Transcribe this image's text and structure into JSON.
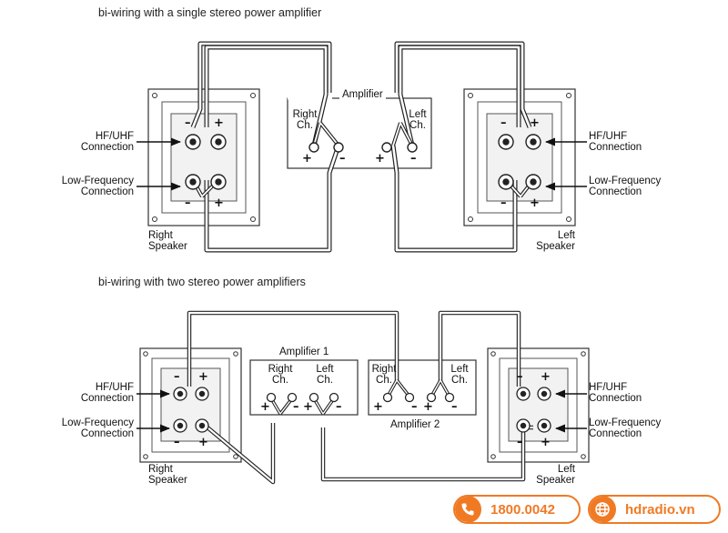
{
  "diagram1": {
    "title": "bi-wiring with a single stereo power amplifier",
    "amplifier_label": "Amplifier",
    "right_ch": [
      "Right",
      "Ch."
    ],
    "left_ch": [
      "Left",
      "Ch."
    ],
    "hf_label": [
      "HF/UHF",
      "Connection"
    ],
    "lf_label": [
      "Low-Frequency",
      "Connection"
    ],
    "right_speaker": [
      "Right",
      "Speaker"
    ],
    "left_speaker": [
      "Left",
      "Speaker"
    ]
  },
  "diagram2": {
    "title": "bi-wiring with two stereo power amplifiers",
    "amplifier1_label": "Amplifier 1",
    "amplifier2_label": "Amplifier 2",
    "right_ch": [
      "Right",
      "Ch."
    ],
    "left_ch": [
      "Left",
      "Ch."
    ],
    "hf_label": [
      "HF/UHF",
      "Connection"
    ],
    "lf_label": [
      "Low-Frequency",
      "Connection"
    ],
    "right_speaker": [
      "Right",
      "Speaker"
    ],
    "left_speaker": [
      "Left",
      "Speaker"
    ]
  },
  "polarity": {
    "minus": "–",
    "plus": "+"
  },
  "contact": {
    "phone": "1800.0042",
    "website": "hdradio.vn",
    "accent_color": "#f07a24",
    "phone_icon": "phone-icon",
    "web_icon": "globe-icon"
  }
}
